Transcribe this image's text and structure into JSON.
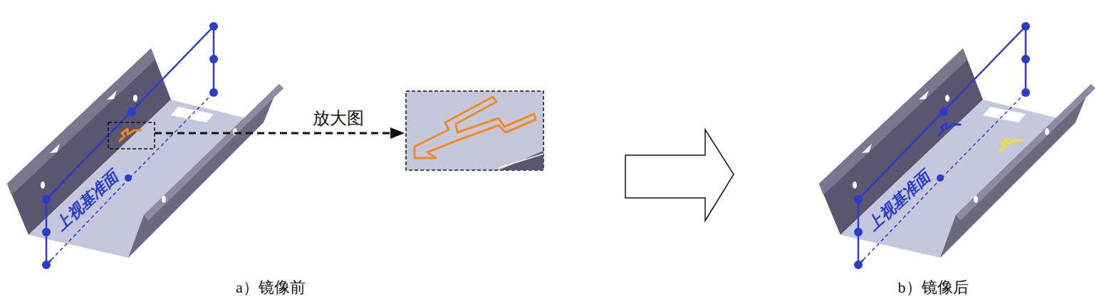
{
  "diagram": {
    "labels": [
      "放大图",
      "上视基准面",
      "a）镜像前",
      "上视基准面",
      "b）镜像后"
    ]
  }
}
